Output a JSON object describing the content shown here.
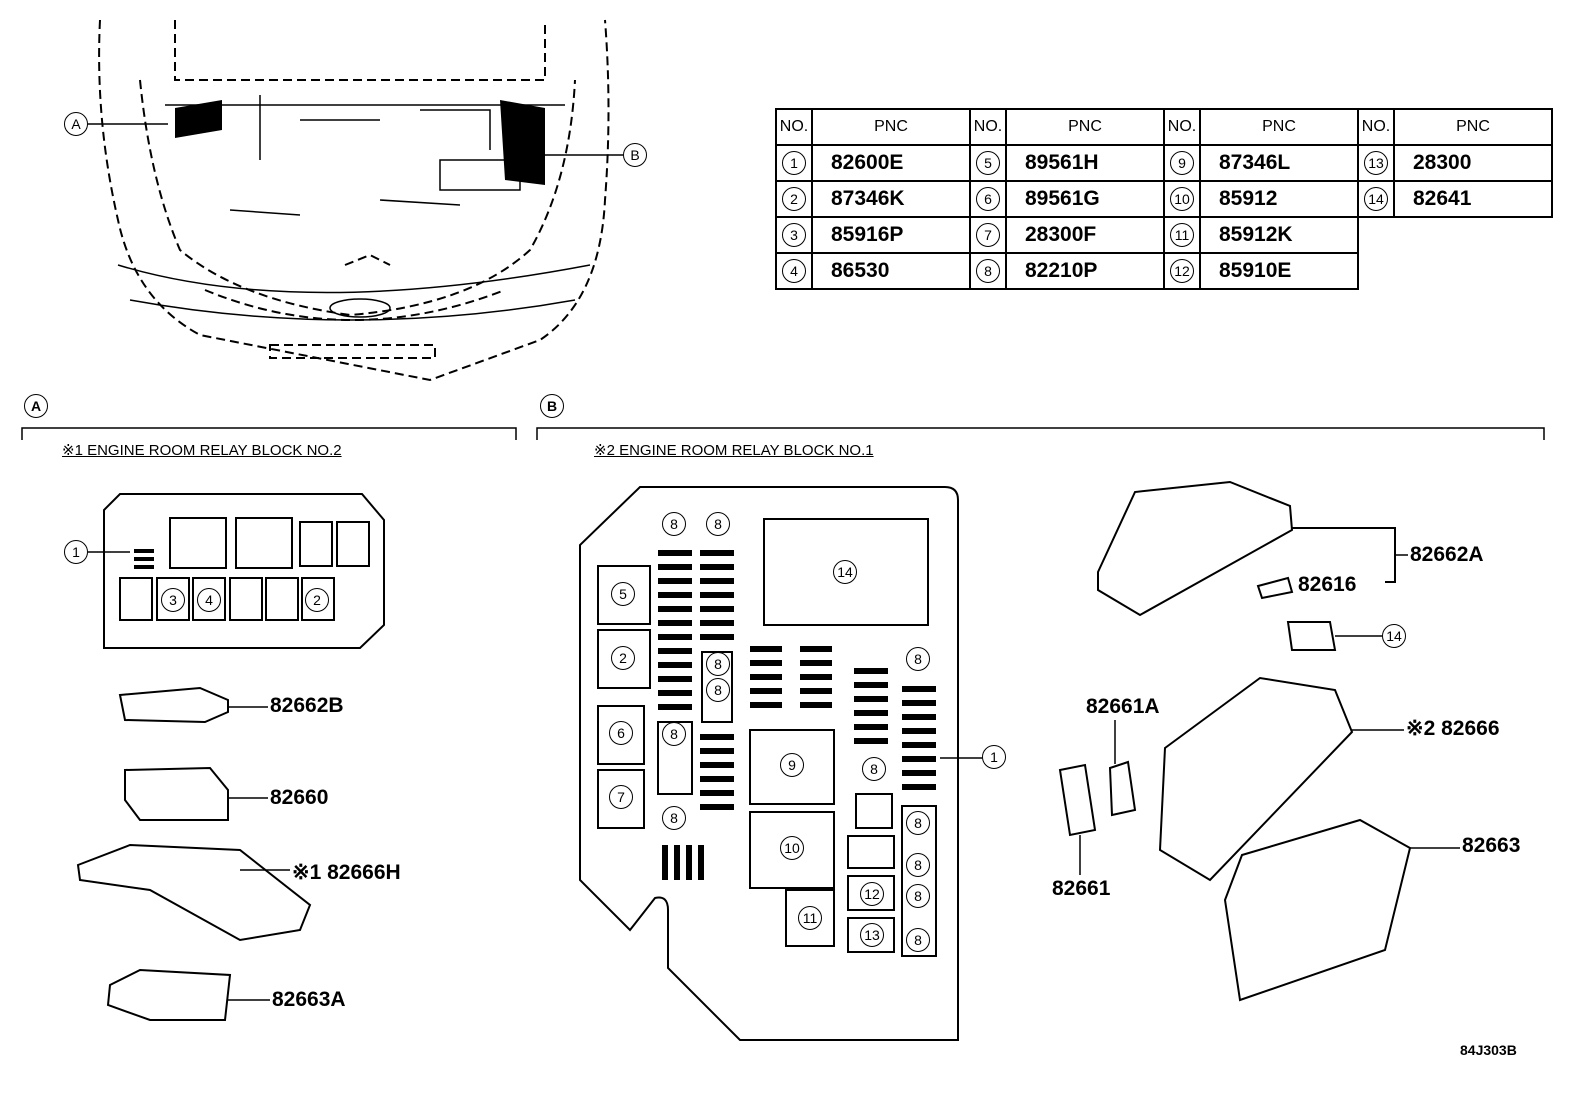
{
  "table": {
    "head_no": "NO.",
    "head_pnc": "PNC",
    "rows": [
      [
        {
          "no": "1",
          "pnc": "82600E"
        },
        {
          "no": "5",
          "pnc": "89561H"
        },
        {
          "no": "9",
          "pnc": "87346L"
        },
        {
          "no": "13",
          "pnc": "28300"
        }
      ],
      [
        {
          "no": "2",
          "pnc": "87346K"
        },
        {
          "no": "6",
          "pnc": "89561G"
        },
        {
          "no": "10",
          "pnc": "85912"
        },
        {
          "no": "14",
          "pnc": "82641"
        }
      ],
      [
        {
          "no": "3",
          "pnc": "85916P"
        },
        {
          "no": "7",
          "pnc": "28300F"
        },
        {
          "no": "11",
          "pnc": "85912K"
        }
      ],
      [
        {
          "no": "4",
          "pnc": "86530"
        },
        {
          "no": "8",
          "pnc": "82210P"
        },
        {
          "no": "12",
          "pnc": "85910E"
        }
      ]
    ]
  },
  "overview": {
    "marker_a": "A",
    "marker_b": "B"
  },
  "section_a": {
    "marker": "A",
    "title": "※1 ENGINE ROOM RELAY BLOCK NO.2",
    "callouts": [
      "1",
      "3",
      "4",
      "2"
    ],
    "parts": [
      "82662B",
      "82660",
      "※1 82666H",
      "82663A"
    ]
  },
  "section_b": {
    "marker": "B",
    "title": "※2 ENGINE ROOM RELAY BLOCK NO.1",
    "block_callouts": {
      "c8": "8",
      "c14": "14",
      "c5": "5",
      "c2": "2",
      "c6": "6",
      "c7": "7",
      "c9": "9",
      "c10": "10",
      "c11": "11",
      "c12": "12",
      "c13": "13",
      "c1": "1"
    },
    "parts": [
      "82662A",
      "82616",
      "14",
      "82661A",
      "※2 82666",
      "82661",
      "82663"
    ]
  },
  "figure_code": "84J303B"
}
